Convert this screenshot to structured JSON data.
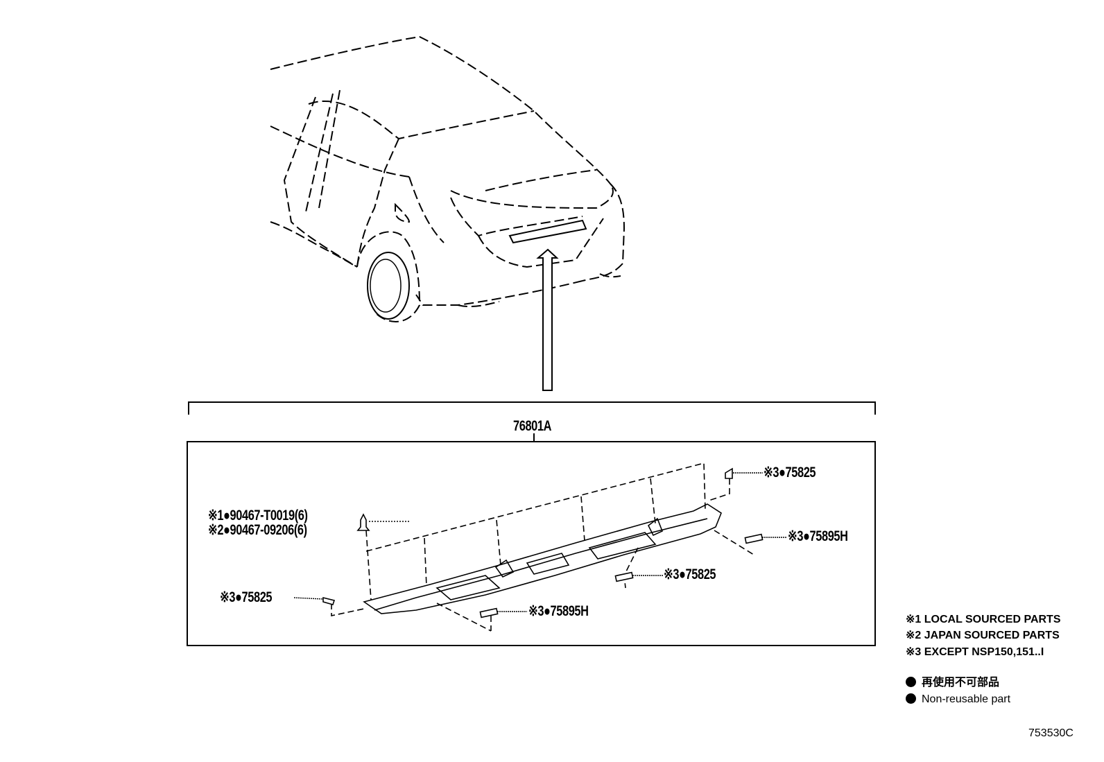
{
  "assembly_label": "76801A",
  "callouts": [
    {
      "id": "clip-local",
      "text": "※1●90467-T0019(6)"
    },
    {
      "id": "clip-japan",
      "text": "※2●90467-09206(6)"
    },
    {
      "id": "pad-top-right",
      "text": "※3●75825"
    },
    {
      "id": "pad-right",
      "text": "※3●75895H"
    },
    {
      "id": "pad-middle",
      "text": "※3●75825"
    },
    {
      "id": "pad-left",
      "text": "※3●75825"
    },
    {
      "id": "pad-bottom",
      "text": "※3●75895H"
    }
  ],
  "notes": [
    "※1 LOCAL SOURCED PARTS",
    "※2 JAPAN SOURCED PARTS",
    "※3 EXCEPT NSP150,151..I"
  ],
  "legend": [
    {
      "text": "再使用不可部品"
    },
    {
      "text": "Non-reusable part"
    }
  ],
  "drawing_number": "753530C"
}
